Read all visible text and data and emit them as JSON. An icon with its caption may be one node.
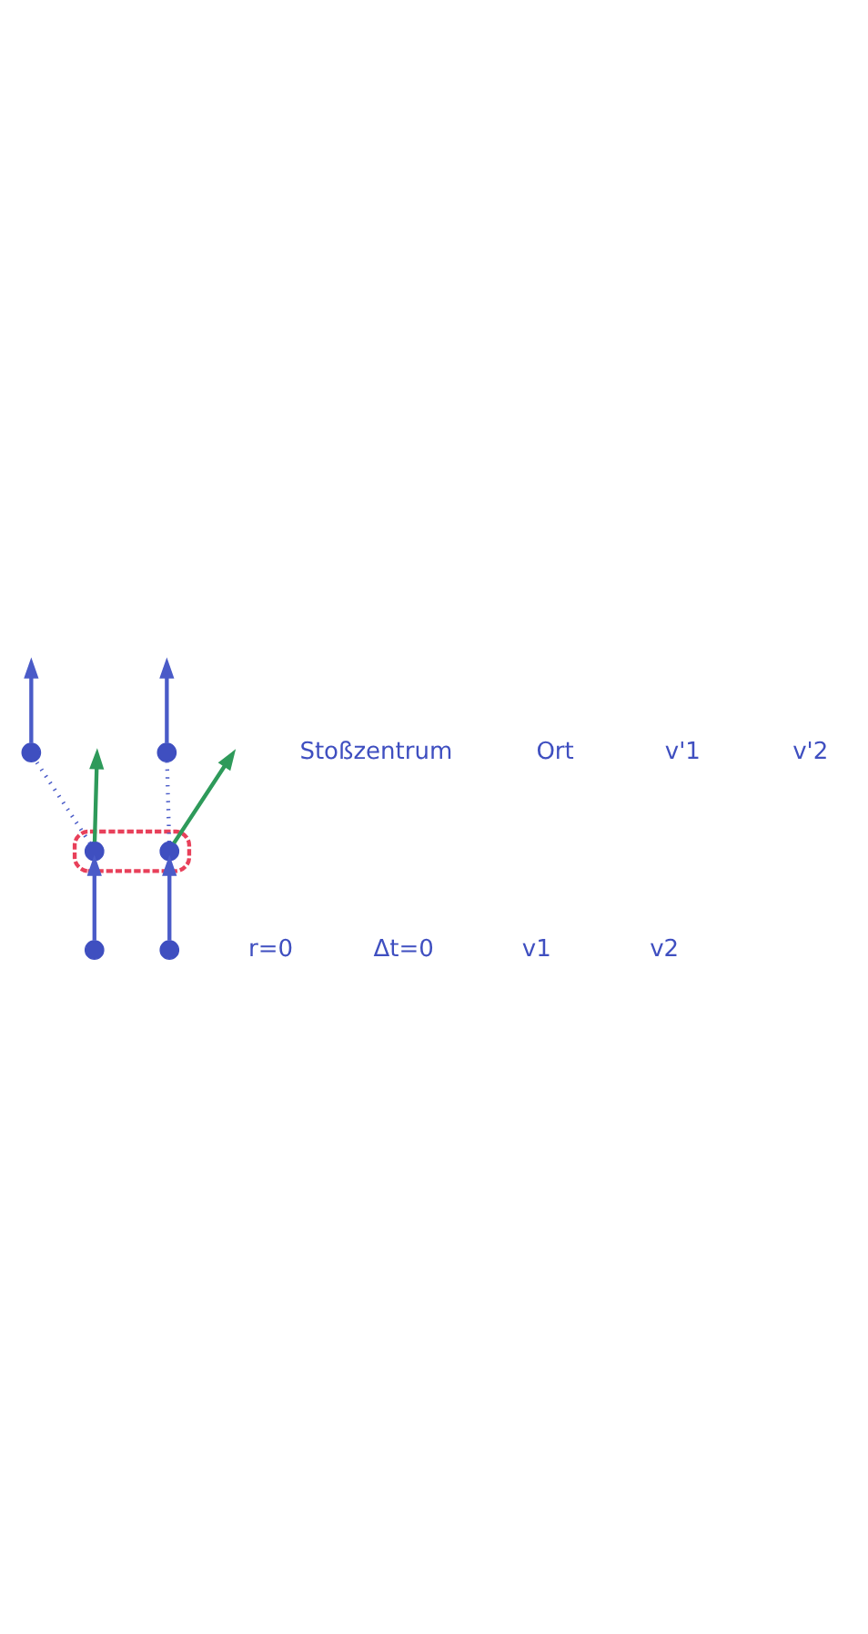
{
  "diagram": {
    "nodes": [
      {
        "text": [],
        "shape": "circle"
      },
      {
        "text": [],
        "shape": "circle"
      },
      {
        "text": [],
        "shape": "region"
      },
      {
        "text": [],
        "shape": "circle",
        "in": 2
      },
      {
        "text": [],
        "shape": "circle",
        "in": 2
      },
      {
        "text": [],
        "shape": "circle"
      },
      {
        "text": [],
        "shape": "circle"
      }
    ],
    "edges": [
      {
        "from": 0,
        "to": 3,
        "arrow": "to",
        "color": "#4a5bc8"
      },
      {
        "from": 1,
        "to": 4,
        "arrow": "to",
        "color": "#4a5bc8"
      },
      {
        "from": 3,
        "to": 5,
        "arrow": "none",
        "style": "dashed",
        "color": "#4a5bc8"
      },
      {
        "from": 4,
        "to": 6,
        "arrow": "none",
        "style": "dashed",
        "color": "#4a5bc8"
      },
      {
        "from": 5,
        "to": null,
        "arrow": "to",
        "color": "#4a5bc8"
      },
      {
        "from": 6,
        "to": null,
        "arrow": "to",
        "color": "#4a5bc8"
      },
      {
        "from": 3,
        "to": null,
        "arrow": "to",
        "color": "#2e9a5a"
      },
      {
        "from": 4,
        "to": null,
        "arrow": "to",
        "color": "#2e9a5a"
      }
    ],
    "labels": [
      "Stoßzentrum",
      "Ort",
      "v'1",
      "v'2",
      "r=0",
      "Δt=0",
      "v1",
      "v2"
    ]
  }
}
